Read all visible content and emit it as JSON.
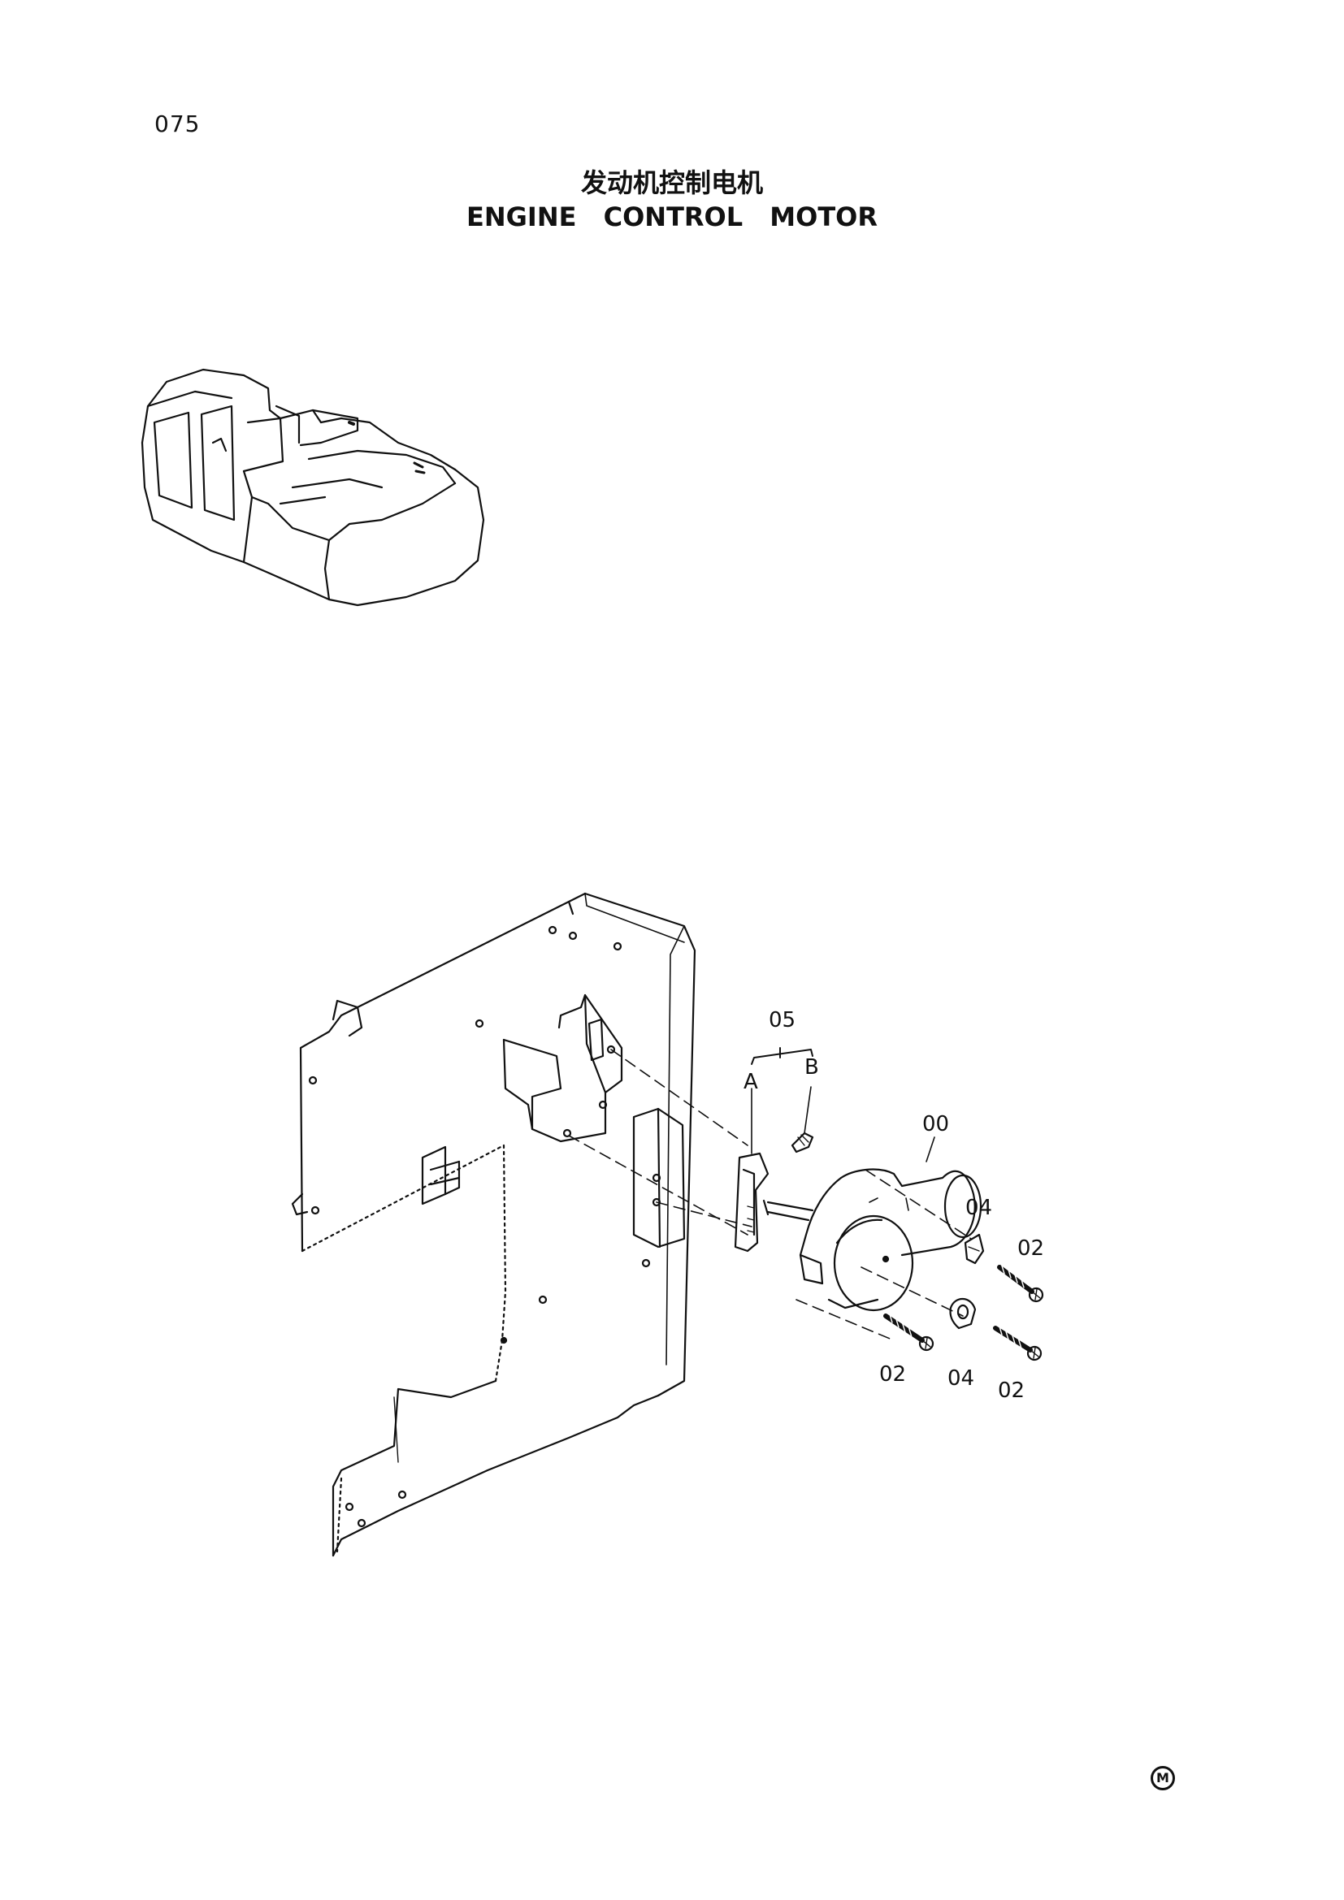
{
  "page": {
    "number": "075",
    "title_cn": "发动机控制电机",
    "title_en": "ENGINE CONTROL MOTOR"
  },
  "callouts": {
    "assembly_05": "05",
    "sub_a": "A",
    "sub_b": "B",
    "motor_00": "00",
    "clip_04_upper": "04",
    "screw_02_upper": "02",
    "screw_02_left": "02",
    "clip_04_lower": "04",
    "screw_02_lower": "02"
  },
  "footer": {
    "logo_mark": "M"
  }
}
